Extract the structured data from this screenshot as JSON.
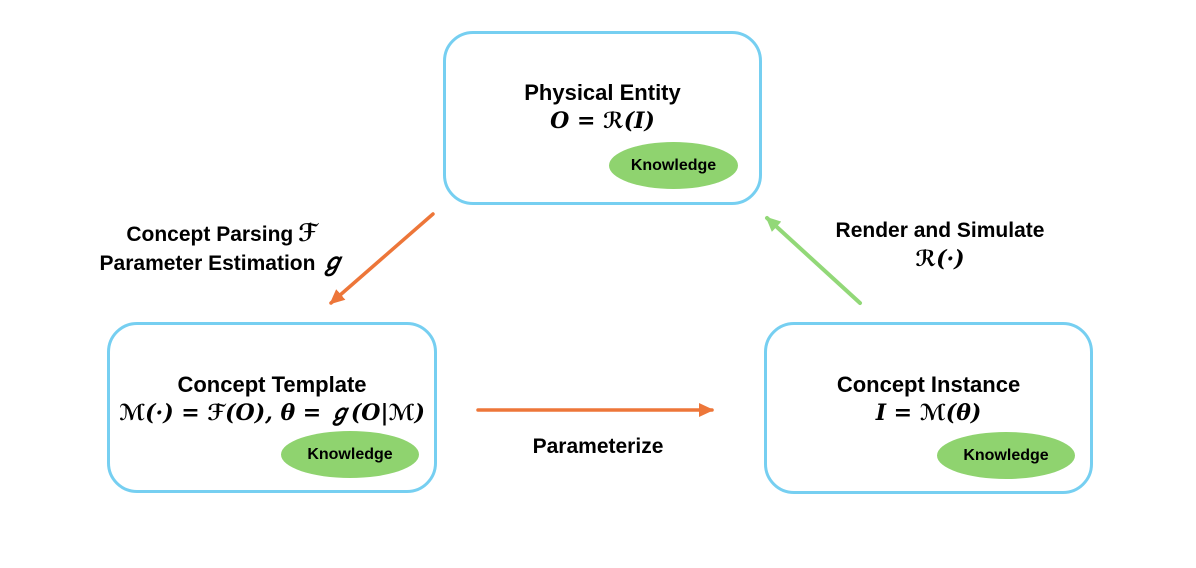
{
  "figure": {
    "colors": {
      "box_border": "#76CFF1",
      "box_fill": "#FFFFFF",
      "badge_fill": "#8FD36F",
      "arrow_orange": "#ED7639",
      "arrow_green": "#92D878",
      "text": "#000000",
      "background": "#FFFFFF"
    },
    "nodes": [
      {
        "id": "physical-entity",
        "title": "Physical Entity",
        "formula": "O = ℛ(I)",
        "badge": "Knowledge"
      },
      {
        "id": "concept-template",
        "title": "Concept Template",
        "formula": "ℳ(·) = ℱ(O), θ = ℊ(O|ℳ)",
        "badge": "Knowledge"
      },
      {
        "id": "concept-instance",
        "title": "Concept Instance",
        "formula": "I = ℳ(θ)",
        "badge": "Knowledge"
      }
    ],
    "edges": {
      "parse": {
        "label1_text": "Concept Parsing",
        "label1_symbol": "ℱ",
        "label2_text": "Parameter Estimation",
        "label2_symbol": "ℊ",
        "color": "#ED7639",
        "from": "physical-entity",
        "to": "concept-template"
      },
      "parameterize": {
        "label": "Parameterize",
        "color": "#ED7639",
        "from": "concept-template",
        "to": "concept-instance"
      },
      "render": {
        "label": "Render and Simulate",
        "symbol": "ℛ(·)",
        "color": "#92D878",
        "from": "concept-instance",
        "to": "physical-entity"
      }
    }
  }
}
